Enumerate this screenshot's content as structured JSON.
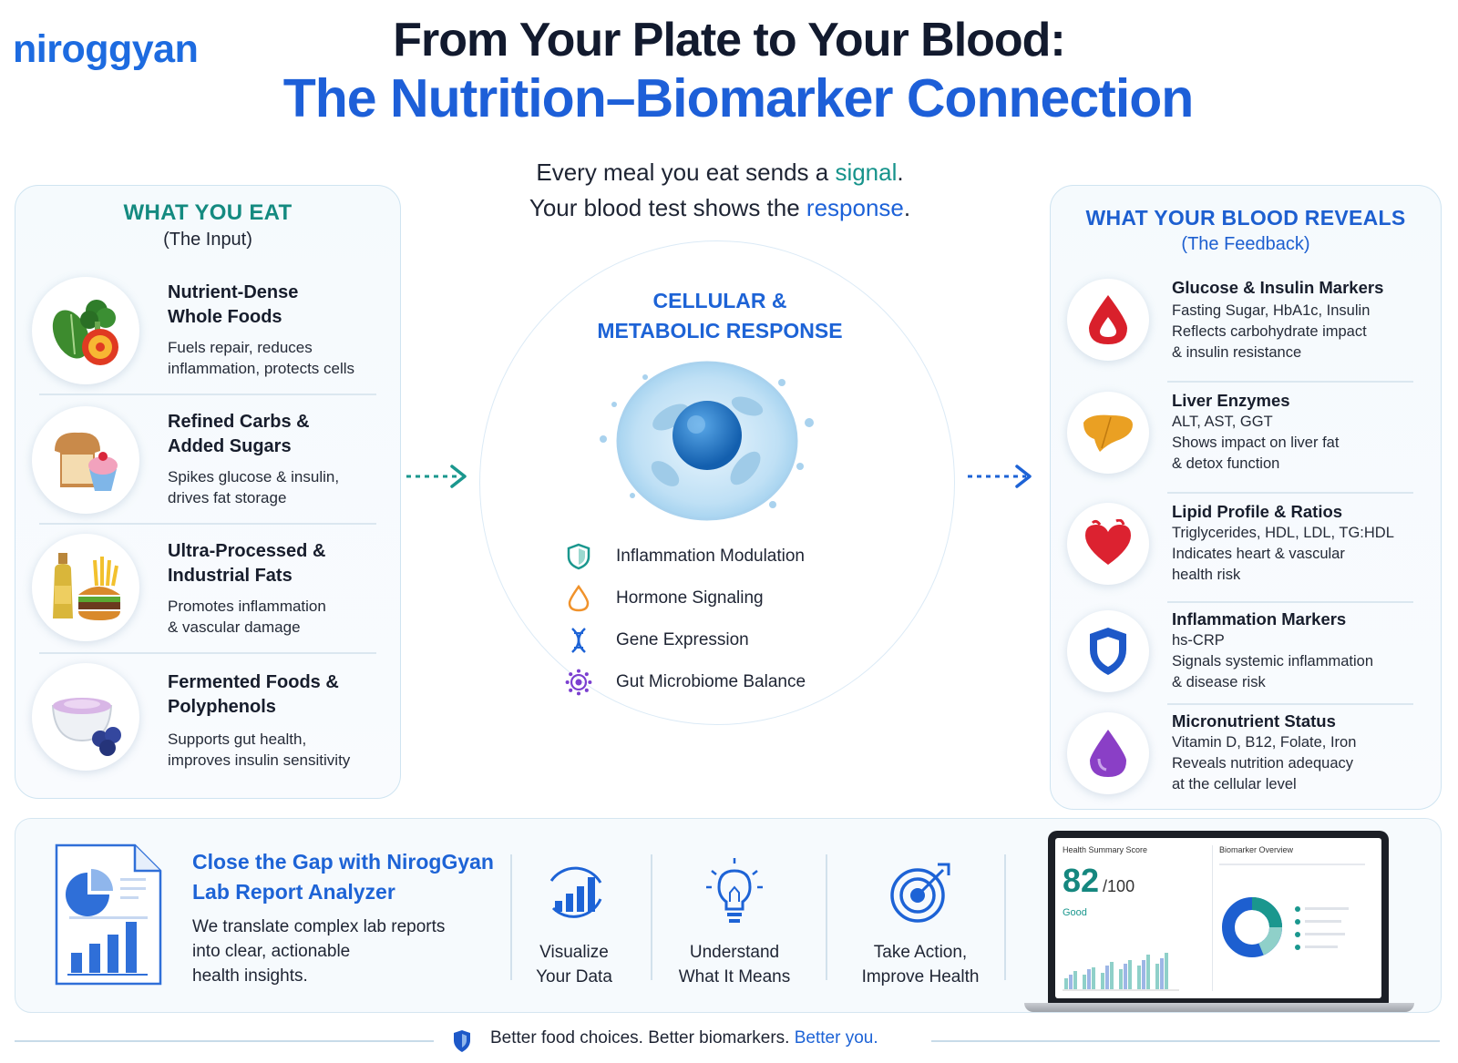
{
  "brand": "niroggyan",
  "title_line1": "From Your Plate to Your Blood:",
  "title_line2": "The Nutrition–Biomarker Connection",
  "tagline": {
    "line1_pre": "Every meal you eat sends a ",
    "line1_hl": "signal",
    "line1_post": ".",
    "line2_pre": "Your blood test shows the ",
    "line2_hl": "response",
    "line2_post": "."
  },
  "colors": {
    "brand_blue": "#1d63d6",
    "teal": "#16938b",
    "dark": "#121a2e"
  },
  "left_panel": {
    "title": "WHAT YOU EAT",
    "subtitle": "(The Input)",
    "items": [
      {
        "icon": "vegetables-icon",
        "title_l1": "Nutrient-Dense",
        "title_l2": "Whole Foods",
        "desc_l1": "Fuels repair, reduces",
        "desc_l2": "inflammation, protects cells"
      },
      {
        "icon": "bread-cupcake-icon",
        "title_l1": "Refined Carbs &",
        "title_l2": "Added Sugars",
        "desc_l1": "Spikes glucose & insulin,",
        "desc_l2": "drives fat storage"
      },
      {
        "icon": "oil-burger-fries-icon",
        "title_l1": "Ultra-Processed &",
        "title_l2": "Industrial Fats",
        "desc_l1": "Promotes inflammation",
        "desc_l2": "& vascular damage"
      },
      {
        "icon": "yogurt-berries-icon",
        "title_l1": "Fermented Foods &",
        "title_l2": "Polyphenols",
        "desc_l1": "Supports gut health,",
        "desc_l2": "improves insulin sensitivity"
      }
    ]
  },
  "center": {
    "title_l1": "CELLULAR &",
    "title_l2": "METABOLIC RESPONSE",
    "processes": [
      {
        "icon": "shield-icon",
        "label": "Inflammation Modulation"
      },
      {
        "icon": "drop-icon",
        "label": "Hormone Signaling"
      },
      {
        "icon": "dna-icon",
        "label": "Gene Expression"
      },
      {
        "icon": "microbe-icon",
        "label": "Gut Microbiome Balance"
      }
    ]
  },
  "right_panel": {
    "title": "WHAT YOUR BLOOD REVEALS",
    "subtitle": "(The Feedback)",
    "items": [
      {
        "icon": "blood-drop-icon",
        "title": "Glucose & Insulin Markers",
        "d1": "Fasting Sugar, HbA1c, Insulin",
        "d2": "Reflects carbohydrate impact",
        "d3": "& insulin resistance"
      },
      {
        "icon": "liver-icon",
        "title": "Liver Enzymes",
        "d1": "ALT, AST, GGT",
        "d2": "Shows impact on liver fat",
        "d3": "& detox function"
      },
      {
        "icon": "heart-icon",
        "title": "Lipid Profile & Ratios",
        "d1": "Triglycerides, HDL, LDL, TG:HDL",
        "d2": "Indicates heart & vascular",
        "d3": "health risk"
      },
      {
        "icon": "shield-icon",
        "title": "Inflammation Markers",
        "d1": "hs-CRP",
        "d2": "Signals systemic inflammation",
        "d3": "& disease risk"
      },
      {
        "icon": "purple-drop-icon",
        "title": "Micronutrient Status",
        "d1": "Vitamin D, B12, Folate, Iron",
        "d2": "Reveals nutrition adequacy",
        "d3": "at the cellular level"
      }
    ]
  },
  "bottom": {
    "cta_title_l1": "Close the Gap with NirogGyan",
    "cta_title_l2": "Lab Report Analyzer",
    "cta_desc_l1": "We translate complex lab reports",
    "cta_desc_l2": "into clear, actionable",
    "cta_desc_l3": "health insights.",
    "steps": [
      {
        "icon": "bar-chart-icon",
        "l1": "Visualize",
        "l2": "Your Data"
      },
      {
        "icon": "lightbulb-icon",
        "l1": "Understand",
        "l2": "What It Means"
      },
      {
        "icon": "target-icon",
        "l1": "Take Action,",
        "l2": "Improve Health"
      }
    ],
    "laptop": {
      "score_label": "Health Summary Score",
      "score": "82",
      "score_max": "/100",
      "score_status": "Good",
      "overview_label": "Biomarker Overview"
    }
  },
  "footer": {
    "pre": "Better food choices. Better biomarkers. ",
    "hl": "Better you."
  }
}
